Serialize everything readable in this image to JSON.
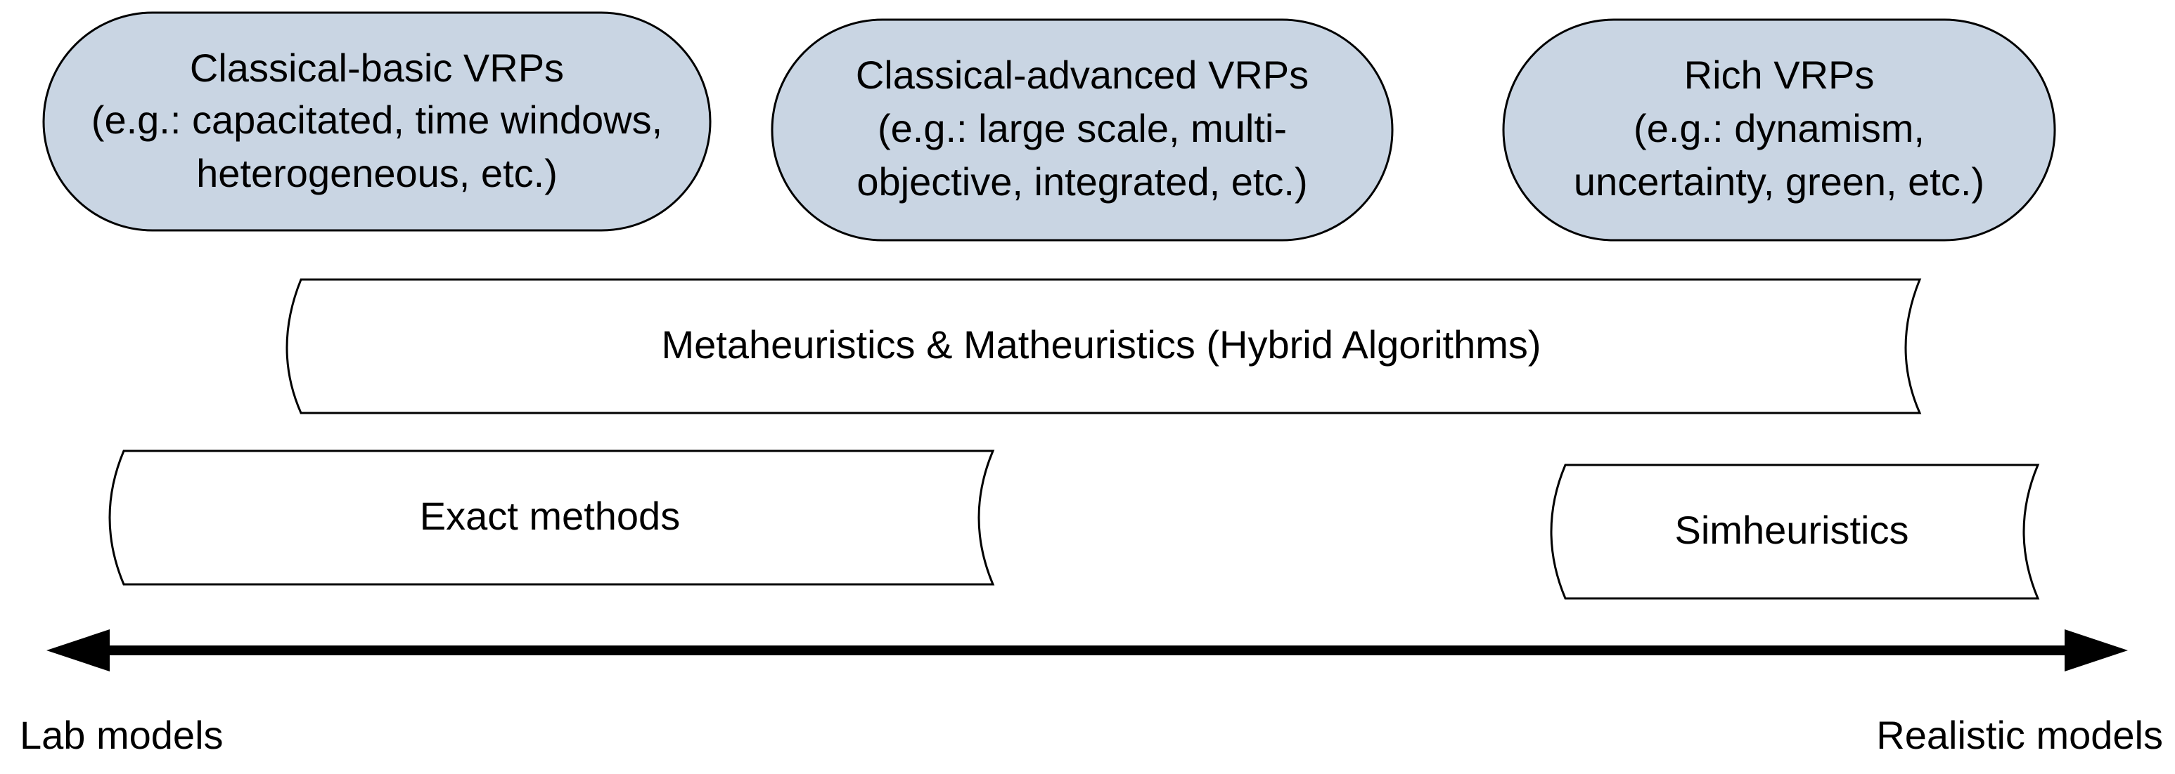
{
  "colors": {
    "pill_fill": "#c9d5e3",
    "outline": "#000000",
    "band_fill": "#ffffff",
    "axis": "#000000"
  },
  "categories": [
    {
      "title": "Classical-basic VRPs",
      "lines": [
        "(e.g.: capacitated, time windows,",
        "heterogeneous, etc.)"
      ]
    },
    {
      "title": "Classical-advanced VRPs",
      "lines": [
        "(e.g.: large scale, multi-",
        "objective, integrated, etc.)"
      ]
    },
    {
      "title": "Rich VRPs",
      "lines": [
        "(e.g.: dynamism,",
        "uncertainty, green, etc.)"
      ]
    }
  ],
  "methods": {
    "metaheuristics": "Metaheuristics & Matheuristics (Hybrid Algorithms)",
    "exact": "Exact methods",
    "simheuristics": "Simheuristics"
  },
  "axis": {
    "left_label": "Lab models",
    "right_label": "Realistic models"
  }
}
